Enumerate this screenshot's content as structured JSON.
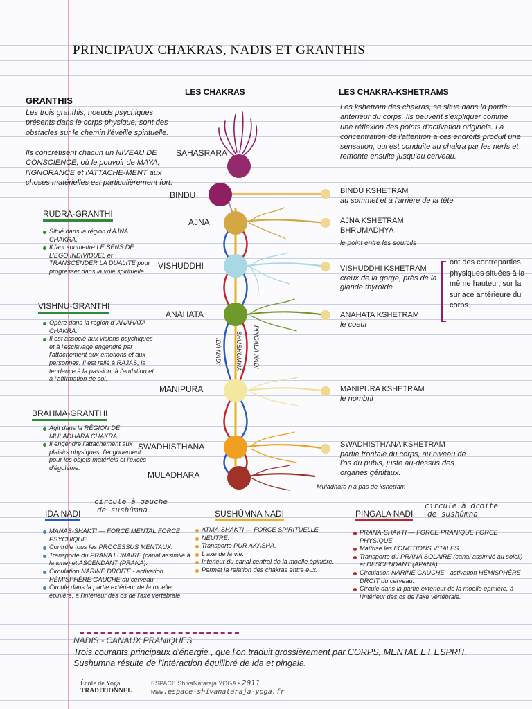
{
  "title": "PRINCIPAUX CHAKRAS, NADIS ET GRANTHIS",
  "granthis": {
    "heading": "GRANTHIS",
    "intro": "Les trois granthis, noeuds psychiques présents dans le corps physique, sont des obstacles sur le chemin l'éveille spirituelle.",
    "intro2": "Ils concrétisent chacun un NIVEAU DE CONSCIENCE, où le pouvoir de MAYA, l'IGNORANCE et l'ATTACHE-MENT aux choses matérielles est particulièrement fort.",
    "rudra": {
      "name": "RUDRA-GRANTHI",
      "items": [
        "Situé dans la région d'AJNA CHAKRA.",
        "Il faut soumettre LE SENS DE L'EGO INDIVIDUEL et TRANSCENDER LA DUALITÉ pour progresser dans la voie spirituelle"
      ]
    },
    "vishnu": {
      "name": "VISHNU-GRANTHI",
      "items": [
        "Opère dans la région d' ANAHATA CHAKRA.",
        "Il est associé aux visions psychiques et à l'esclavage engendré par l'attachement aux émotions et aux personnes. Il est relié à RAJAS, la tendance à la passion, à l'ambition et à l'affirmation de soi."
      ]
    },
    "brahma": {
      "name": "BRAHMA-GRANTHI",
      "items": [
        "Agit dans la RÉGION DE MULADHARA CHAKRA.",
        "Il engendre l'attachement aux plaisirs physiques, l'engouement pour les objets matériels et l'excès d'égoïsme."
      ]
    }
  },
  "chakras": {
    "heading": "LES CHAKRAS",
    "labels": [
      "SAHASRARA",
      "BINDU",
      "AJNA",
      "VISHUDDHI",
      "ANAHATA",
      "MANIPURA",
      "SWADHISTHANA",
      "MULADHARA"
    ],
    "nadi_labels": {
      "ida": "IDA NADI",
      "sushumna": "SHUSHUMNA",
      "pingala": "PINGALA NADI"
    },
    "colors": {
      "sahasrara": "#8e1f63",
      "bindu": "#8e1f63",
      "ajna": "#d3a844",
      "vishuddhi": "#a8d8e4",
      "anahata": "#6f9a2a",
      "manipura": "#f4e7a0",
      "swadhisthana": "#f0a020",
      "muladhara": "#a0322a",
      "ida": "#2a5bb8",
      "pingala": "#c0242a",
      "sushumna": "#e8b020"
    }
  },
  "kshetrams": {
    "heading": "LES CHAKRA-KSHETRAMS",
    "intro": "Les kshetram des chakras, se situe dans la partie antérieur du corps. Ils peuvent s'expliquer comme une réflexion des points d'activation originels. La concentration de l'attention à ces endroits produit une sensation, qui est conduite au chakra par les nerfs et remonte ensuite jusqu'au cerveau.",
    "bindu": {
      "name": "BINDU KSHETRAM",
      "desc": "au sommet et à l'arrière de la tête"
    },
    "ajna": {
      "name": "AJNA KSHETRAM",
      "name2": "BHRUMADHYA",
      "desc": "le point  entre les sourcils"
    },
    "vishuddhi": {
      "name": "VISHUDDHI KSHETRAM",
      "desc": "creux de la gorge, près de la glande thyroïde"
    },
    "anahata": {
      "name": "ANAHATA KSHETRAM",
      "desc": "le coeur"
    },
    "manipura": {
      "name": "MANIPURA KSHETRAM",
      "desc": "le nombril"
    },
    "swadhisthana": {
      "name": "SWADHISTHANA KSHETRAM",
      "desc": "partie frontale du corps, au niveau de l'os du pubis,  juste au-dessus des organes génitaux."
    },
    "muladhara_note": "Muladhara n'a pas de kshetram",
    "side_note": "ont des contreparties physiques situées à la même hauteur, sur la suriace antérieure du corps"
  },
  "nadis": {
    "ida": {
      "name": "IDA NADI",
      "hand": [
        "circule à gauche",
        "de sushûmna"
      ],
      "items": [
        "MANAS-SHAKTI — FORCE MENTAL FORCE PSYCHIQUE.",
        "Contrôle tous les PROCESSUS MENTAUX.",
        "Transporte du PRANA LUNAIRE (canal assimilé à la lune) et ASCENDANT (PRANA).",
        "Circulation NARINE DROITE - activation HÉMISPHÈRE GAUCHE du cerveau.",
        "Circule dans la partie extérieur de la moelle épinière, à l'intérieur des os de l'axe vertébrale."
      ]
    },
    "sushumna": {
      "name": "SUSHÛMNA NADI",
      "items": [
        "ATMA-SHAKTI — FORCE SPIRITUELLE",
        "NEUTRE.",
        "Transporte PUR AKASHA.",
        "L'axe de la vie.",
        "Intérieur du canal central de la moelle épinière.",
        "Permet la relation des chakras entre eux."
      ]
    },
    "pingala": {
      "name": "PINGALA NADI",
      "hand": [
        "circule à droite",
        "de sushûmna"
      ],
      "items": [
        "PRANA-SHAKTI — FORCE PRANIQUE FORCE PHYSIQUE.",
        "Maîtrise les FONCTIONS VITALES.",
        "Transporte du PRANA SOLAIRE (canal assimilé au soleil) et DESCENDANT (APANA).",
        "Circulation NARINE GAUCHE - activation HÉMISPHÈRE DROIT du cerveau.",
        "Circule dans la partie extérieur de la moelle épinière, à l'intérieur des os de l'axe vertébrale."
      ]
    }
  },
  "footer": {
    "heading": "NADIS - CANAUX PRANIQUES",
    "line1": "Trois courants principaux d'énergie , que l'on traduit grossièrement par CORPS, MENTAL ET ESPRIT.",
    "line2": "Sushumna résulte de l'intéraction équilibré de ida et pingala.",
    "school1": "École de Yoga",
    "school2": "TRADITIONNEL",
    "espace": "ESPACE ShivaNataraja YOGA •",
    "year": "2011",
    "site": "www.espace-shivanataraja-yoga.fr"
  }
}
